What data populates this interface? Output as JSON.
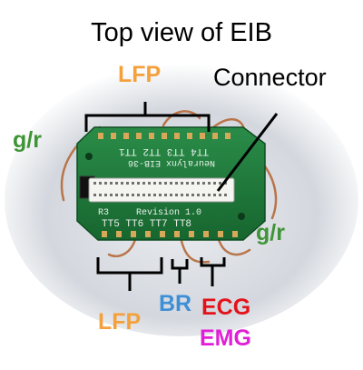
{
  "title": "Top view of EIB",
  "labels": {
    "lfp_top": "LFP",
    "connector": "Connector",
    "gr_left": "g/r",
    "gr_right": "g/r",
    "lfp_bottom": "LFP",
    "br": "BR",
    "ecg": "ECG",
    "emg": "EMG"
  },
  "board_text": {
    "top_row": "TT4 TT3 TT2 TT1",
    "brand": "Neuralynx EIB-36",
    "revision": "Revision 1.0",
    "r3": "R3",
    "bottom_row": "TT5 TT6 TT7 TT8"
  },
  "colors": {
    "lfp": "#f4a13c",
    "gr": "#3f9436",
    "br": "#3d8fd6",
    "ecg": "#e3121a",
    "emg": "#e01fd6",
    "board": "#1f7a3a",
    "text": "#000000"
  }
}
